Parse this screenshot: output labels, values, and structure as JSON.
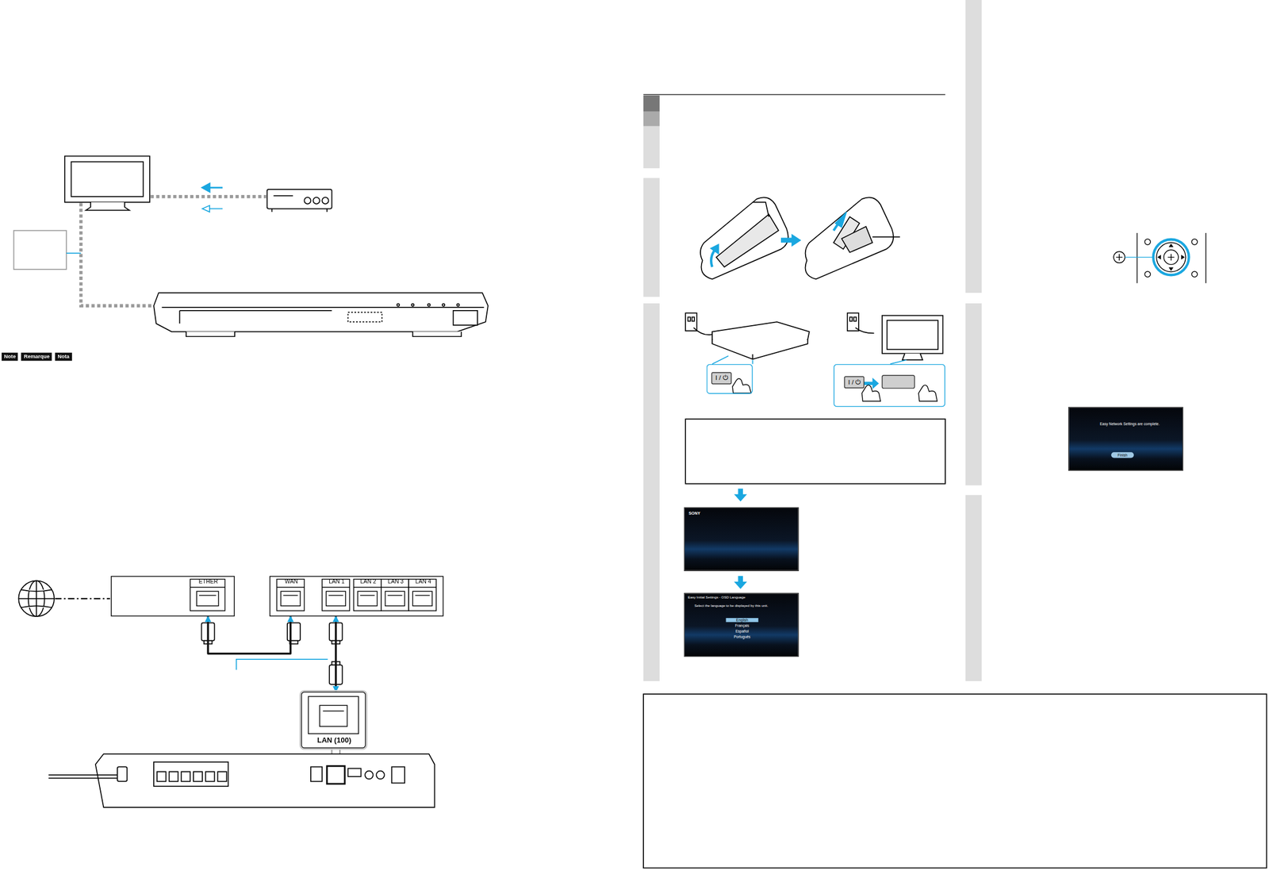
{
  "diagram": {
    "nodes": [
      {
        "text": [
          "ETHER"
        ]
      },
      {
        "text": [
          "WAN",
          "LAN 1",
          "LAN 2",
          "LAN 3",
          "LAN 4"
        ]
      },
      {
        "text": [
          "LAN (100)"
        ]
      },
      {
        "text": [
          "I / ⏻"
        ]
      },
      {
        "text": [
          "I / ⏻"
        ]
      },
      {
        "text": [
          "SONY"
        ]
      },
      {
        "text": [
          "Easy Initial Settings - OSD Language",
          "Select the language to be displayed by this unit.",
          "English",
          "Français",
          "Español",
          "Português"
        ]
      },
      {
        "text": [
          "Easy Network Settings are complete.",
          "Finish"
        ]
      }
    ],
    "edges": [
      {
        "from": 0,
        "to": 1,
        "arrow": "both"
      },
      {
        "from": 1,
        "to": 2,
        "arrow": "both"
      }
    ],
    "labels": [
      "Note",
      "Remarque",
      "Nota"
    ]
  }
}
